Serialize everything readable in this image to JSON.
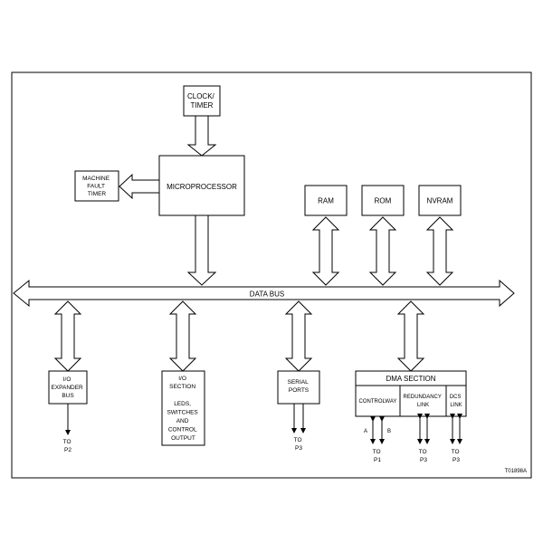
{
  "diagram": {
    "data_bus": "DATA BUS",
    "clock_timer": [
      "CLOCK/",
      "TIMER"
    ],
    "microprocessor": "MICROPROCESSOR",
    "machine_fault_timer": [
      "MACHINE",
      "FAULT",
      "TIMER"
    ],
    "ram": "RAM",
    "rom": "ROM",
    "nvram": "NVRAM",
    "io_expander_bus": [
      "I/O",
      "EXPANDER",
      "BUS"
    ],
    "io_section": [
      "I/O",
      "SECTION",
      "",
      "LEDS,",
      "SWITCHES",
      "AND",
      "CONTROL",
      "OUTPUT"
    ],
    "serial_ports": [
      "SERIAL",
      "PORTS"
    ],
    "dma_section": {
      "title": "DMA SECTION",
      "controlway": "CONTROLWAY",
      "redundancy_link": [
        "REDUNDANCY",
        "LINK"
      ],
      "dcs_link": [
        "DCS",
        "LINK"
      ]
    },
    "to_p2": [
      "TO",
      "P2"
    ],
    "to_p3_serial": [
      "TO",
      "P3"
    ],
    "to_p1": [
      "TO",
      "P1"
    ],
    "to_p3_redundancy": [
      "TO",
      "P3"
    ],
    "to_p3_dcs": [
      "TO",
      "P3"
    ],
    "label_a": "A",
    "label_b": "B",
    "figure_id": "T01898A"
  }
}
